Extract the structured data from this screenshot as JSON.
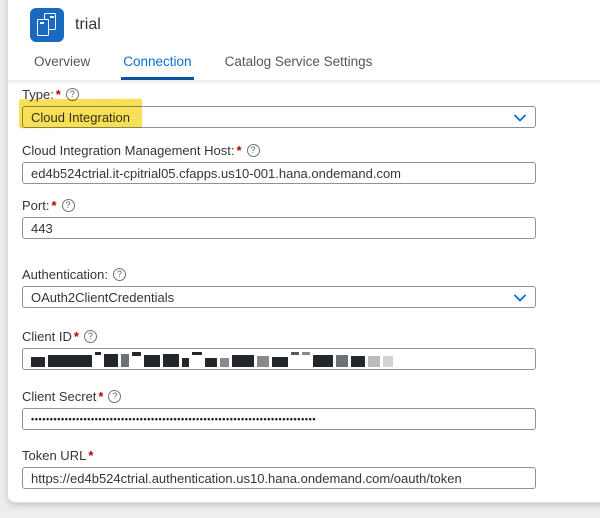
{
  "window": {
    "title": "trial"
  },
  "icons": {
    "app_icon": "it-systems-icon",
    "help_icon": "question-mark-circle-icon",
    "select_icon": "chevron-down-icon"
  },
  "tabs": [
    {
      "label": "Overview",
      "active": false
    },
    {
      "label": "Connection",
      "active": true
    },
    {
      "label": "Catalog Service Settings",
      "active": false
    }
  ],
  "form": {
    "fields": [
      {
        "label": "Type:",
        "required_mark": "*",
        "help_glyph": "?",
        "control": "select",
        "value": "Cloud Integration",
        "highlighted": true
      },
      {
        "label": "Cloud Integration Management Host:",
        "required_mark": "*",
        "help_glyph": "?",
        "control": "input",
        "value": "ed4b524ctrial.it-cpitrial05.cfapps.us10-001.hana.ondemand.com"
      },
      {
        "label": "Port:",
        "required_mark": "*",
        "help_glyph": "?",
        "control": "input",
        "value": "443"
      },
      {
        "label": "Authentication:",
        "required_mark": "",
        "help_glyph": "?",
        "control": "select",
        "value": "OAuth2ClientCredentials"
      },
      {
        "label": "Client ID",
        "required_mark": "*",
        "help_glyph": "?",
        "control": "redacted",
        "value": "",
        "redaction_blocks": [
          {
            "w": 14,
            "h": 10,
            "c": "#23272b"
          },
          {
            "w": 44,
            "h": 12,
            "c": "#23272b"
          },
          {
            "w": 6,
            "h": 3,
            "c": "#23272b",
            "top": true
          },
          {
            "w": 14,
            "h": 13,
            "c": "#23272b"
          },
          {
            "w": 8,
            "h": 13,
            "c": "#6d7175"
          },
          {
            "w": 9,
            "h": 4,
            "c": "#23272b",
            "top": true
          },
          {
            "w": 16,
            "h": 12,
            "c": "#23272b"
          },
          {
            "w": 16,
            "h": 13,
            "c": "#23272b"
          },
          {
            "w": 7,
            "h": 9,
            "c": "#23272b"
          },
          {
            "w": 10,
            "h": 3,
            "c": "#23272b",
            "top": true
          },
          {
            "w": 12,
            "h": 9,
            "c": "#23272b"
          },
          {
            "w": 9,
            "h": 9,
            "c": "#87898c"
          },
          {
            "w": 22,
            "h": 12,
            "c": "#23272b"
          },
          {
            "w": 12,
            "h": 11,
            "c": "#87898c"
          },
          {
            "w": 16,
            "h": 10,
            "c": "#23272b"
          },
          {
            "w": 8,
            "h": 3,
            "c": "#55585c",
            "top": true
          },
          {
            "w": 8,
            "h": 3,
            "c": "#87898c",
            "top": true
          },
          {
            "w": 20,
            "h": 12,
            "c": "#23272b"
          },
          {
            "w": 12,
            "h": 12,
            "c": "#6d7175"
          },
          {
            "w": 14,
            "h": 11,
            "c": "#23272b"
          },
          {
            "w": 12,
            "h": 11,
            "c": "#b9bbbe"
          },
          {
            "w": 10,
            "h": 11,
            "c": "#d2d3d5"
          }
        ]
      },
      {
        "label": "Client Secret",
        "required_mark": "*",
        "help_glyph": "?",
        "control": "password",
        "value": "••••••••••••••••••••••••••••••••••••••••••••••••••••••••••••••••••••••••••••"
      },
      {
        "label": "Token URL",
        "required_mark": "*",
        "help_glyph": "",
        "control": "input",
        "value": "https://ed4b524ctrial.authentication.us10.hana.ondemand.com/oauth/token"
      }
    ]
  },
  "colors": {
    "accent": "#0a6ed1",
    "tab_underline": "#0854a0",
    "required": "#bb0000",
    "app_icon_bg": "#1b6ac2",
    "highlight": "#f5d72e",
    "page_bg": "#eceef0"
  }
}
